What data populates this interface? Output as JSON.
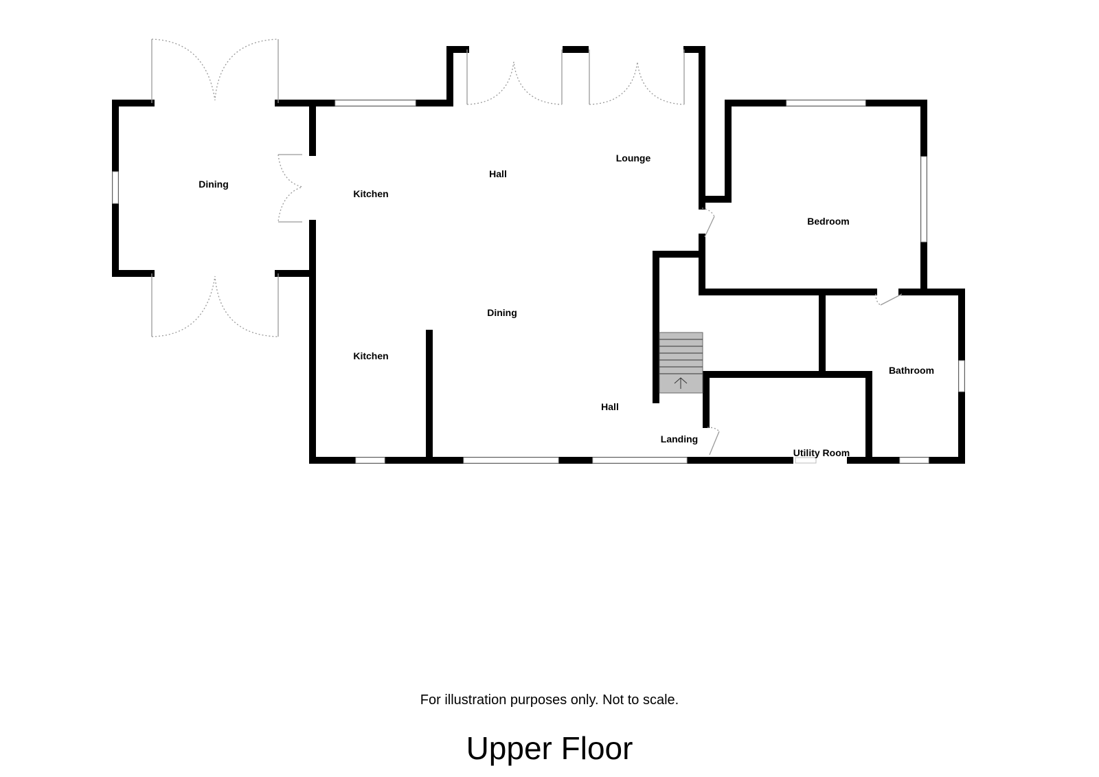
{
  "rooms": {
    "dining_left": "Dining",
    "kitchen_top": "Kitchen",
    "hall_top": "Hall",
    "lounge": "Lounge",
    "bedroom": "Bedroom",
    "dining_center": "Dining",
    "kitchen_bottom": "Kitchen",
    "hall_bottom": "Hall",
    "landing": "Landing",
    "bathroom": "Bathroom",
    "utility_room": "Utility Room"
  },
  "disclaimer": "For illustration purposes only. Not to scale.",
  "floor_title": "Upper Floor",
  "colors": {
    "wall": "#000000",
    "stairs": "#c0c0c0",
    "door": "#999999"
  }
}
